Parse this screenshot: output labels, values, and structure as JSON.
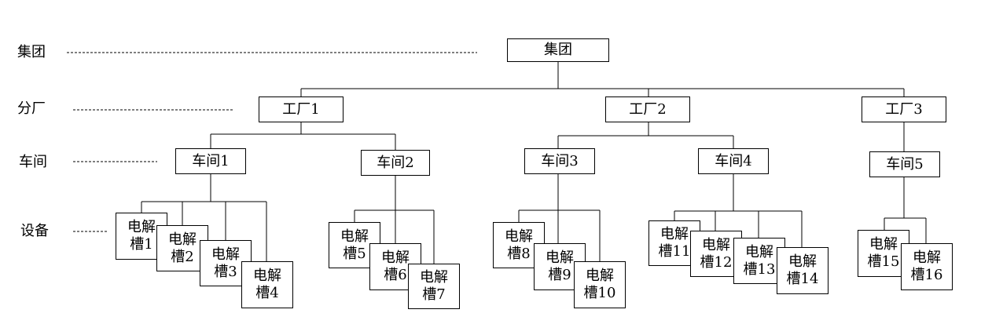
{
  "levels": {
    "group": "集团",
    "factory": "分厂",
    "workshop": "车间",
    "equipment": "设备"
  },
  "root": "集团",
  "factories": [
    "工厂1",
    "工厂2",
    "工厂3"
  ],
  "workshops": [
    "车间1",
    "车间2",
    "车间3",
    "车间4",
    "车间5"
  ],
  "device_prefix": "电解",
  "devices": [
    "槽1",
    "槽2",
    "槽3",
    "槽4",
    "槽5",
    "槽6",
    "槽7",
    "槽8",
    "槽9",
    "槽10",
    "槽11",
    "槽12",
    "槽13",
    "槽14",
    "槽15",
    "槽16"
  ]
}
